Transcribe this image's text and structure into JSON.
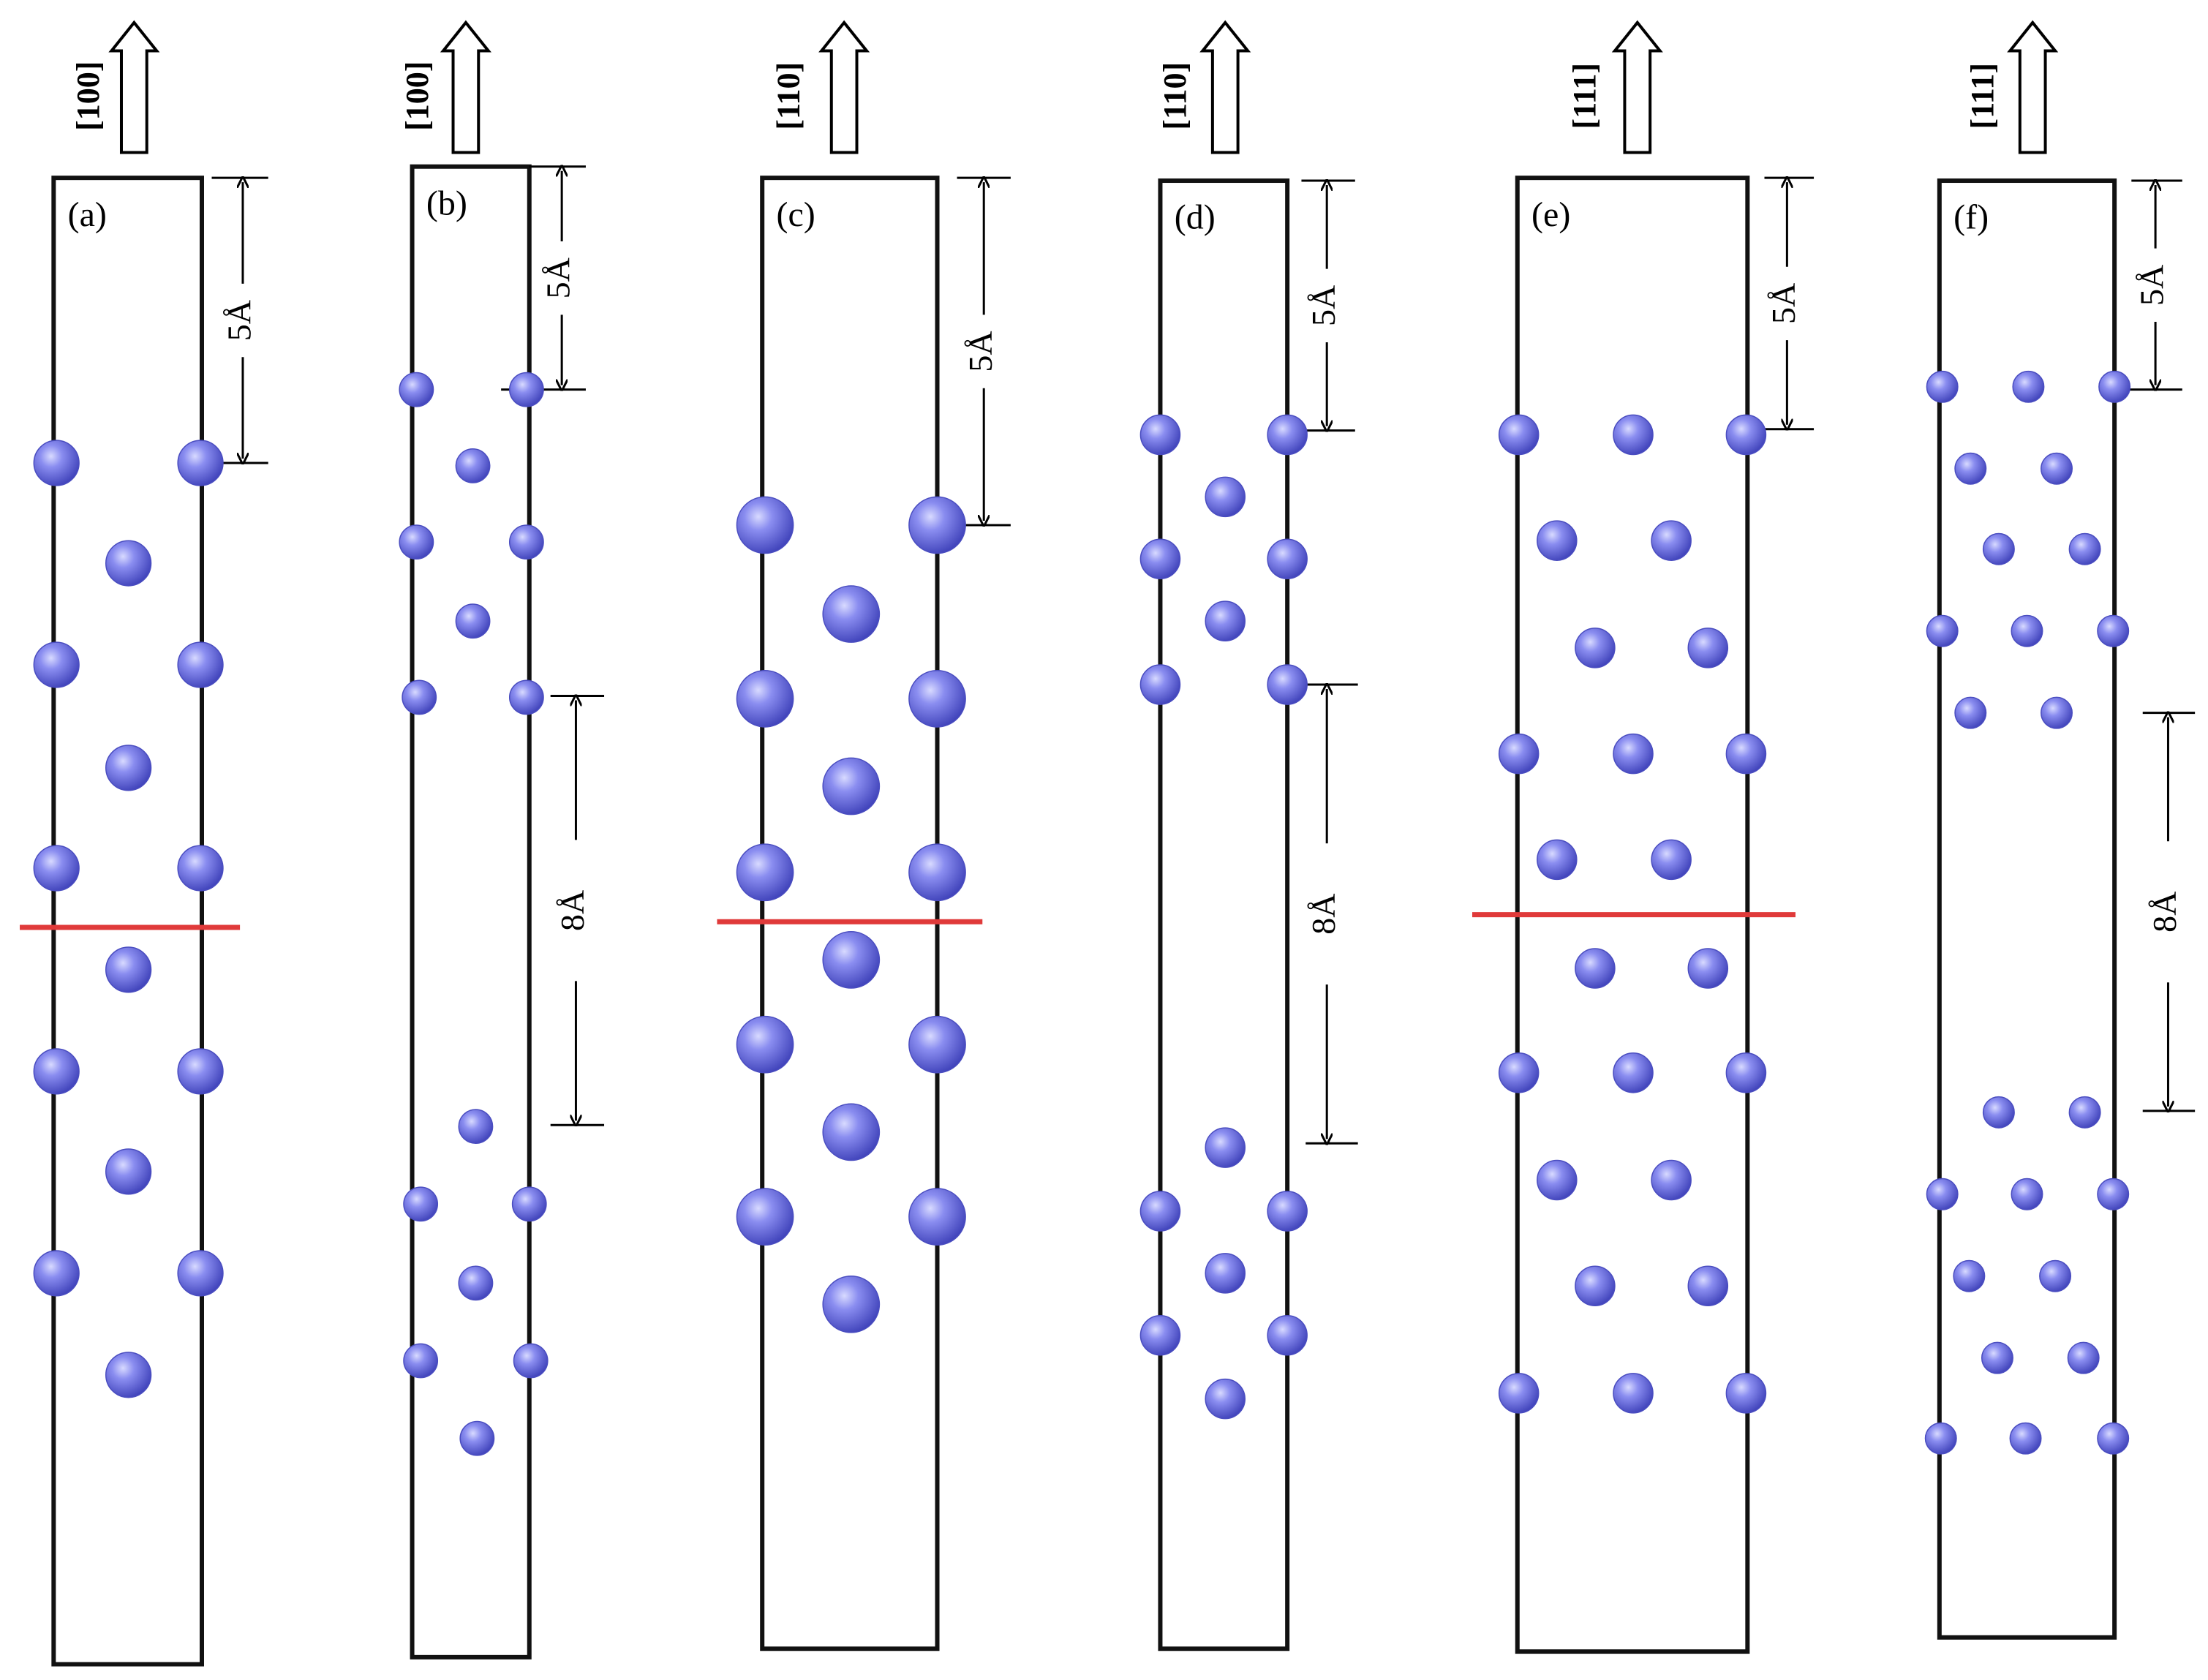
{
  "atom_color": "#6f72e0",
  "cut_line_color": "#e03a3a",
  "panels": [
    {
      "id": "a",
      "label": "(a)",
      "direction": "[100]",
      "top_gap": "5Å",
      "vacuum": null,
      "has_cut_line": true
    },
    {
      "id": "b",
      "label": "(b)",
      "direction": "[100]",
      "top_gap": "5Å",
      "vacuum": "8Å",
      "has_cut_line": false
    },
    {
      "id": "c",
      "label": "(c)",
      "direction": "[110]",
      "top_gap": "5Å",
      "vacuum": null,
      "has_cut_line": true
    },
    {
      "id": "d",
      "label": "(d)",
      "direction": "[110]",
      "top_gap": "5Å",
      "vacuum": "8Å",
      "has_cut_line": false
    },
    {
      "id": "e",
      "label": "(e)",
      "direction": "[111]",
      "top_gap": "5Å",
      "vacuum": null,
      "has_cut_line": true
    },
    {
      "id": "f",
      "label": "(f)",
      "direction": "[111]",
      "top_gap": "5Å",
      "vacuum": "8Å",
      "has_cut_line": false
    }
  ]
}
